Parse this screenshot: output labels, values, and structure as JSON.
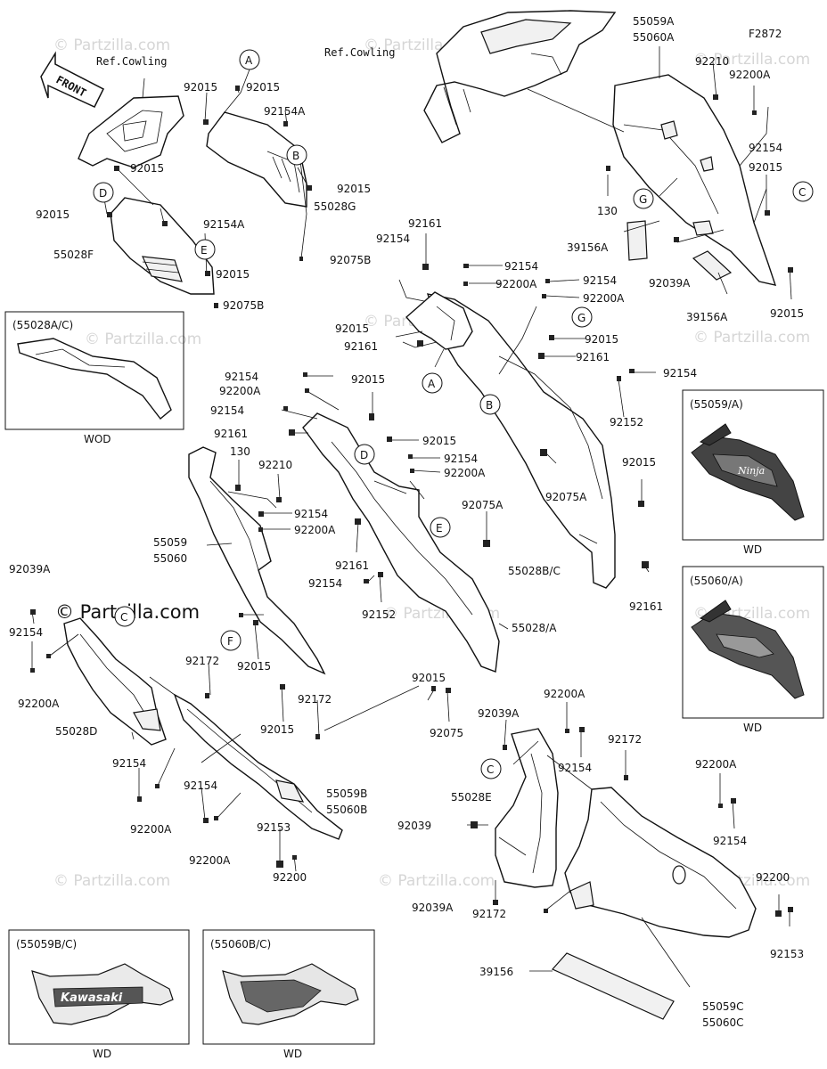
{
  "figure_code": "F2872",
  "front_arrow": "FRONT",
  "ref_cowling_left": "Ref.Cowling",
  "ref_cowling_right": "Ref.Cowling",
  "watermark": "© Partzilla.com",
  "watermark_main": "© Partzilla.com",
  "callouts": [
    "A",
    "B",
    "C",
    "D",
    "E",
    "F",
    "G"
  ],
  "labels": {
    "l_92015_a": "92015",
    "l_92015_b": "92015",
    "l_92154a_top": "92154A",
    "l_92015_c": "92015",
    "l_92015_d": "92015",
    "l_55028g": "55028G",
    "l_92015_e": "92015",
    "l_92154a_2": "92154A",
    "l_55028f": "55028F",
    "l_92015_f": "92015",
    "l_92075b_a": "92075B",
    "l_92075b_b": "92075B",
    "l_55059a": "55059A",
    "l_55060a": "55060A",
    "l_92210_a": "92210",
    "l_92200a_a": "92200A",
    "l_92154_a": "92154",
    "l_92015_g": "92015",
    "l_130_a": "130",
    "l_39156a": "39156A",
    "l_92039a_a": "92039A",
    "l_39156a_b": "39156A",
    "l_92015_h": "92015",
    "l_92161_a": "92161",
    "l_92154_b": "92154",
    "l_92154_c": "92154",
    "l_92200a_b": "92200A",
    "l_92154_d": "92154",
    "l_92200a_c": "92200A",
    "l_92015_i": "92015",
    "l_92161_b": "92161",
    "l_92015_j": "92015",
    "l_92161_c": "92161",
    "l_92154_e": "92154",
    "l_92152_a": "92152",
    "l_92154_f": "92154",
    "l_92200a_d": "92200A",
    "l_92154_g": "92154",
    "l_92015_k": "92015",
    "l_92161_d": "92161",
    "l_92015_l": "92015",
    "l_92154_h": "92154",
    "l_92200a_e": "92200A",
    "l_130_b": "130",
    "l_92210_b": "92210",
    "l_92075a_a": "92075A",
    "l_92015_m": "92015",
    "l_92154_i": "92154",
    "l_92200a_f": "92200A",
    "l_55059": "55059",
    "l_55060": "55060",
    "l_92075a_b": "92075A",
    "l_92161_e": "92161",
    "l_55028bc": "55028B/C",
    "l_92154_j": "92154",
    "l_92152_b": "92152",
    "l_92161_f": "92161",
    "l_92039a_b": "92039A",
    "l_92154_k": "92154",
    "l_92200a_g": "92200A",
    "l_92039_a": "92039",
    "l_92172_a": "92172",
    "l_92015_n": "92015",
    "l_55028a": "55028/A",
    "l_92172_b": "92172",
    "l_55028d": "55028D",
    "l_92015_o": "92015",
    "l_92015_p": "92015",
    "l_92075": "92075",
    "l_92154_l": "92154",
    "l_92154_m": "92154",
    "l_92200a_h": "92200A",
    "l_55059b": "55059B",
    "l_55060b": "55060B",
    "l_92153_a": "92153",
    "l_92200a_i": "92200A",
    "l_92200_a": "92200",
    "l_92039a_c": "92039A",
    "l_92200a_j": "92200A",
    "l_92154_n": "92154",
    "l_92172_c": "92172",
    "l_55028e": "55028E",
    "l_92039_b": "92039",
    "l_92039a_d": "92039A",
    "l_92200a_k": "92200A",
    "l_92154_o": "92154",
    "l_92200_b": "92200",
    "l_92153_b": "92153",
    "l_92172_d": "92172",
    "l_39156": "39156",
    "l_55059c": "55059C",
    "l_55060c": "55060C"
  },
  "inset_boxes": {
    "inset_55028ac": {
      "title": "(55028A/C)",
      "caption": "WOD"
    },
    "inset_55059a": {
      "title": "(55059/A)",
      "caption": "WD"
    },
    "inset_55060a": {
      "title": "(55060/A)",
      "caption": "WD"
    },
    "inset_55059bc": {
      "title": "(55059B/C)",
      "caption": "WD"
    },
    "inset_55060bc": {
      "title": "(55060B/C)",
      "caption": "WD"
    }
  },
  "decal_text": {
    "kawasaki": "Kawasaki",
    "ninja": "Ninja"
  }
}
